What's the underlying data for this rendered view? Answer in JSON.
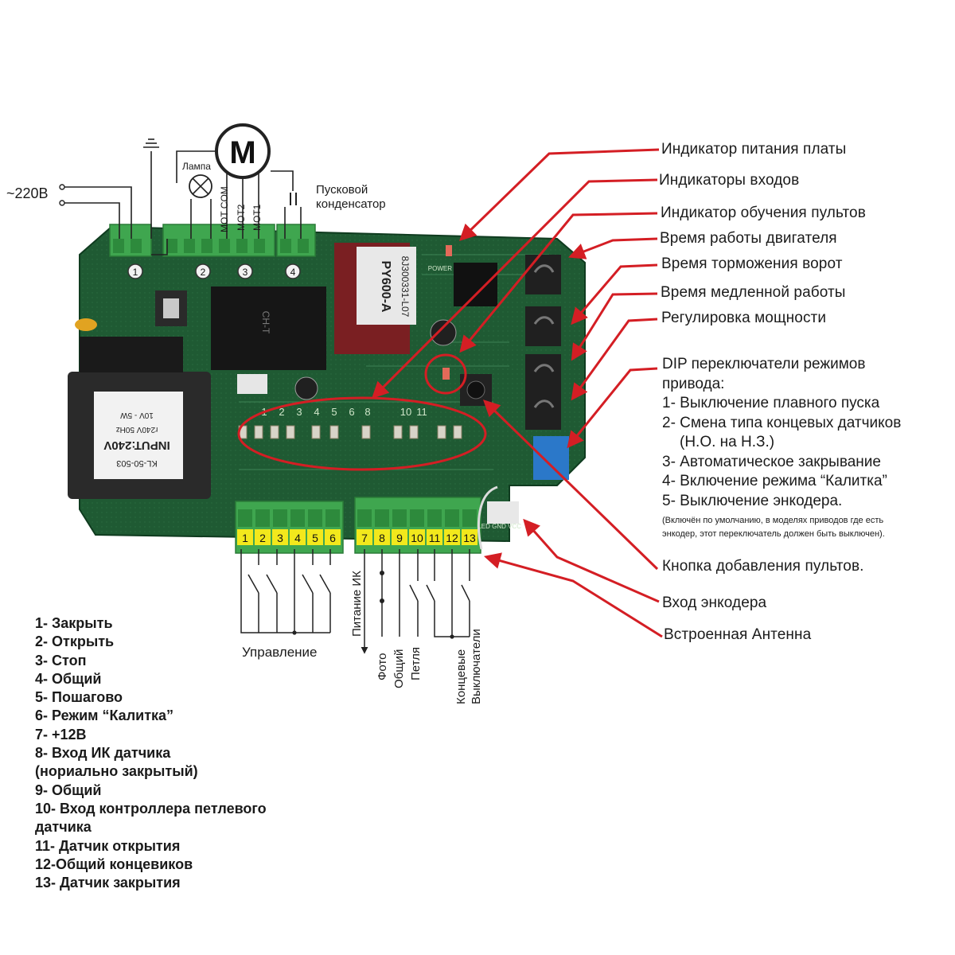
{
  "colors": {
    "pcb": "#1f5a33",
    "pcb_dark": "#163f25",
    "terminal": "#3fa64f",
    "arrow": "#d41e24",
    "text": "#1b1b1b"
  },
  "icons": [
    "motor-icon",
    "lamp-icon",
    "ground-icon",
    "capacitor-icon",
    "transformer-icon",
    "relay-icon"
  ],
  "top_labels": {
    "supply": "~220В",
    "lamp": "Лампа",
    "motor_symbol": "M",
    "mot_com": "MOT COM",
    "mot2": "MOT2",
    "mot1": "MOT1",
    "capacitor_line1": "Пусковой",
    "capacitor_line2": "конденсатор"
  },
  "top_terminal_numbers": [
    "1",
    "2",
    "3",
    "4"
  ],
  "board_texts": {
    "model": "PY600-A",
    "code": "8J300331-L07",
    "transformer_model": "KL-50-503",
    "transformer_input": "INPUT:240V",
    "transformer_rating": "r240V 50Hz",
    "transformer_out": "10V - 5W",
    "relay": "CH-T",
    "power": "POWER",
    "encoder_pins": "LED GND VCC"
  },
  "board_led_numbers": [
    "1",
    "2",
    "3",
    "4",
    "5",
    "6",
    "8",
    "10",
    "11"
  ],
  "callouts": [
    "Индикатор питания платы",
    "Индикаторы входов",
    "Индикатор обучения пультов",
    "Время работы двигателя",
    "Время торможения ворот",
    "Время медленной работы",
    "Регулировка мощности"
  ],
  "dip": {
    "title_line1": "DIP переключатели режимов",
    "title_line2": "привода:",
    "items": [
      "1- Выключение плавного пуска",
      "2- Смена типа концевых датчиков",
      "(Н.О. на Н.З.)",
      "3- Автоматическое закрывание",
      "4- Включение режима “Калитка”",
      "5- Выключение энкодера."
    ],
    "note_line1": "(Включён по умолчанию, в моделях приводов где есть",
    "note_line2": "энкодер, этот переключатель должен быть выключен)."
  },
  "lower_callouts": [
    "Кнопка добавления пультов.",
    "Вход энкодера",
    "Встроенная Антенна"
  ],
  "bottom_terminal_numbers": [
    "1",
    "2",
    "3",
    "4",
    "5",
    "6",
    "7",
    "8",
    "9",
    "10",
    "11",
    "12",
    "13"
  ],
  "wiring_labels": {
    "control": "Управление",
    "ir_power": "Питание ИК",
    "photo": "Фото",
    "common": "Общий",
    "loop": "Петля",
    "limit1": "Концевые",
    "limit2": "Выключатели"
  },
  "legend": [
    "1- Закрыть",
    "2- Открыть",
    "3- Стоп",
    "4- Общий",
    "5- Пошагово",
    "6- Режим “Калитка”",
    "7- +12В",
    "8- Вход ИК датчика",
    "(нориально закрытый)",
    "9- Общий",
    "10- Вход контроллера петлевого",
    "датчика",
    "11- Датчик открытия",
    "12-Общий концевиков",
    "13- Датчик закрытия"
  ]
}
